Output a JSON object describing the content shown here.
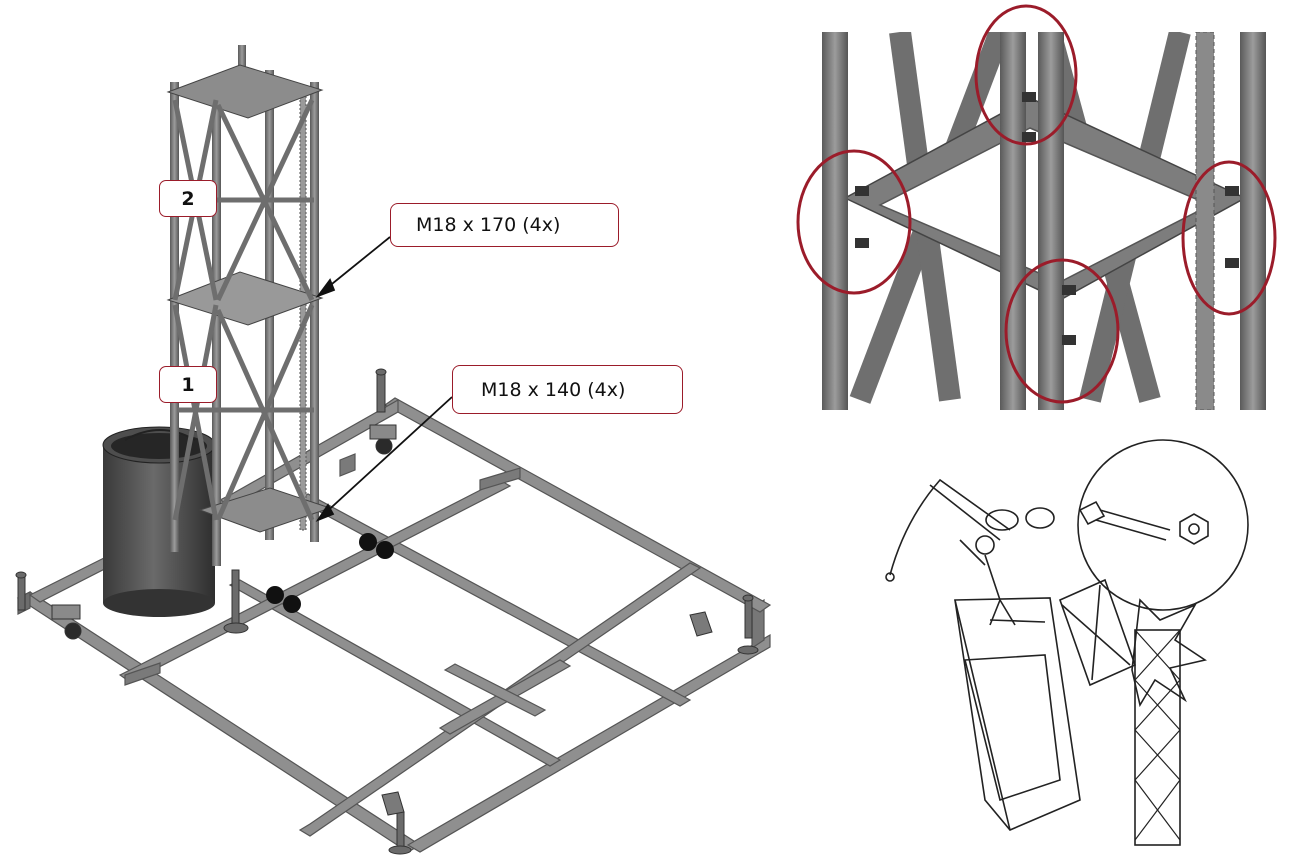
{
  "labels": {
    "step_2": "2",
    "step_1": "1",
    "bolt_upper": "M18 x 170 (4x)",
    "bolt_lower": "M18 x 140 (4x)"
  },
  "colors": {
    "steel": "#8d8d8d",
    "steel_dark": "#4f4f4f",
    "accent": "#9b1c2a",
    "ink": "#222222"
  },
  "icons": {
    "mast": "mast-section",
    "base": "base-frame",
    "ballast": "ballast-container",
    "detail": "bolt-detail-view",
    "warning": "crane-lifting-warning"
  }
}
